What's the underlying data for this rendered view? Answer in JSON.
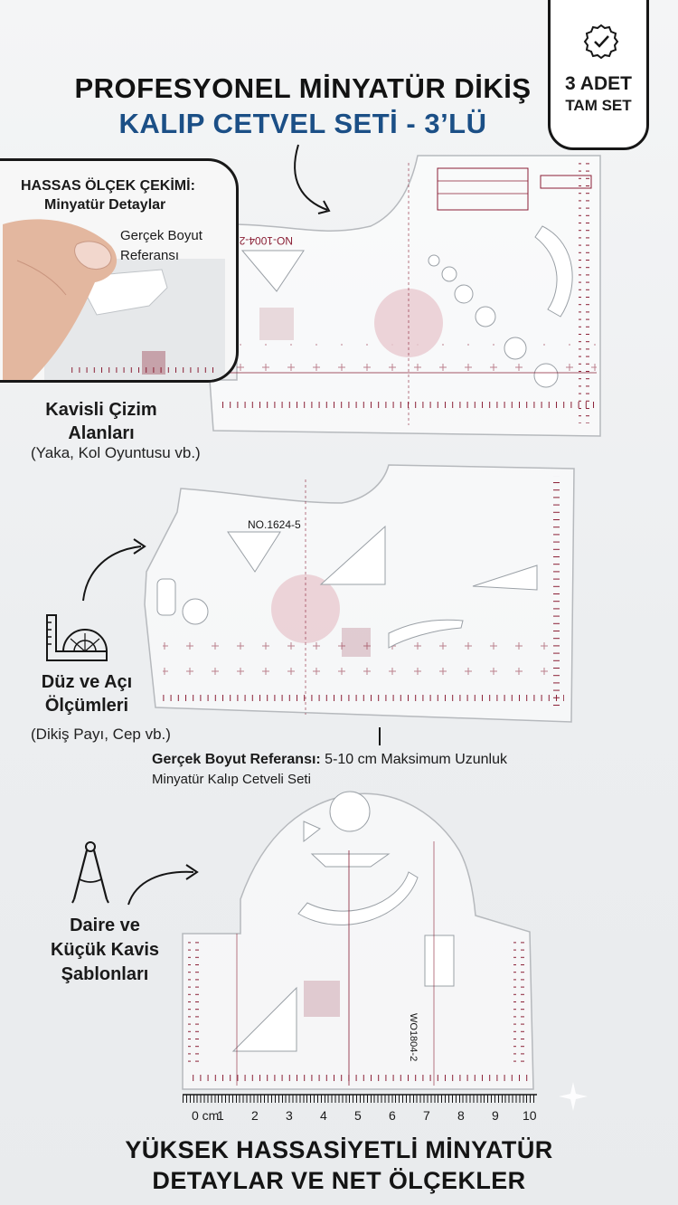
{
  "title": {
    "line1": "PROFESYONEL MİNYATÜR DİKİŞ",
    "line2": "KALIP CETVEL SETİ - 3’LÜ"
  },
  "badge": {
    "line1": "3 ADET",
    "line2": "TAM SET",
    "icon": "check-seal-icon"
  },
  "inset": {
    "heading_line1": "HASSAS ÖLÇEK ÇEKİMİ:",
    "heading_line2": "Minyatür Detaylar",
    "ref_line1": "Gerçek Boyut",
    "ref_line2": "Referansı"
  },
  "features": {
    "curved": {
      "line1": "Kavisli Çizim",
      "line2": "Alanları",
      "sub": "(Yaka, Kol Oyuntusu vb.)"
    },
    "straight": {
      "line1": "Düz ve Açı",
      "line2": "Ölçümleri",
      "sub": "(Dikiş Payı, Cep vb.)",
      "icon": "ruler-protractor-icon"
    },
    "circle": {
      "line1": "Daire ve",
      "line2": "Küçük Kavis",
      "line3": "Şablonları",
      "icon": "compass-icon"
    }
  },
  "reference": {
    "bold": "Gerçek Boyut Referansı:",
    "text": " 5-10 cm Maksimum Uzunluk",
    "line2": "Minyatür Kalıp Cetveli Seti"
  },
  "rulers": {
    "r1_code": "NO-1004-2",
    "r2_code": "NO.1624-5",
    "r3_code": "WO1804-2"
  },
  "scale": {
    "unit_label": "0 cm",
    "ticks": [
      "1",
      "2",
      "3",
      "4",
      "5",
      "6",
      "7",
      "8",
      "9",
      "10"
    ]
  },
  "bottom": {
    "line1": "YÜKSEK HASSASİYETLİ MİNYATÜR",
    "line2": "DETAYLAR VE NET ÖLÇEKLER"
  },
  "colors": {
    "accent_blue": "#1b4f86",
    "ruler_ink": "#8a1f35",
    "outline": "#161616"
  }
}
